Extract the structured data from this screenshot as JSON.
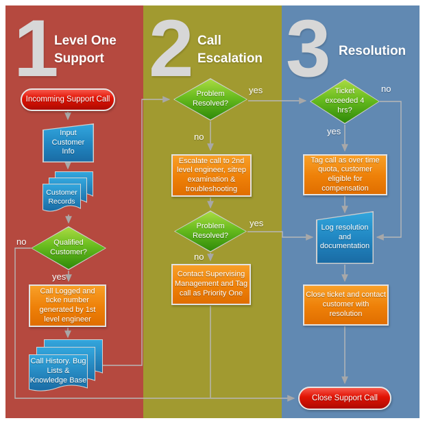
{
  "columns": [
    {
      "number": "1",
      "title_line1": "Level One",
      "title_line2": "Support"
    },
    {
      "number": "2",
      "title_line1": "Call",
      "title_line2": "Escalation"
    },
    {
      "number": "3",
      "title_line1": "Resolution",
      "title_line2": ""
    }
  ],
  "nodes": {
    "incoming_call": "Incomming Support Call",
    "input_customer_info": "Input Customer Info",
    "customer_records": "Customer Records",
    "qualified_customer": "Qualified Customer?",
    "call_logged": "Call Logged and ticke number generated by 1st level engineer",
    "call_history": "Call History. Bug Lists & Knowledge Base",
    "problem_resolved_1": "Problem Resolved?",
    "escalate_call": "Escalate call to 2nd level engineer, sitrep examination & troubleshooting",
    "problem_resolved_2": "Problem Resolved?",
    "contact_supervising": "Contact Supervising Management and Tag call as Priority One",
    "ticket_exceeded": "Ticket exceeded 4 hrs?",
    "tag_call": "Tag call as over time quota, customer eligible for compensation",
    "log_resolution": "Log resolution and documentation",
    "close_ticket": "Close ticket and contact customer with resolution",
    "close_call": "Close Support Call"
  },
  "labels": {
    "qualified_no": "no",
    "qualified_yes": "yes",
    "p1_yes": "yes",
    "p1_no": "no",
    "p2_yes": "yes",
    "p2_no": "no",
    "ticket_no": "no",
    "ticket_yes": "yes"
  },
  "colors": {
    "column1_bg": "#b5493f",
    "column2_bg": "#a19a30",
    "column3_bg": "#6189b2",
    "terminator_red": "#e21405",
    "process_orange": "#ee8008",
    "decision_green": "#67bb1e",
    "data_blue": "#2187c2",
    "connector_gray": "#b8b8b8",
    "numeral_gray": "#d7d7d7"
  }
}
